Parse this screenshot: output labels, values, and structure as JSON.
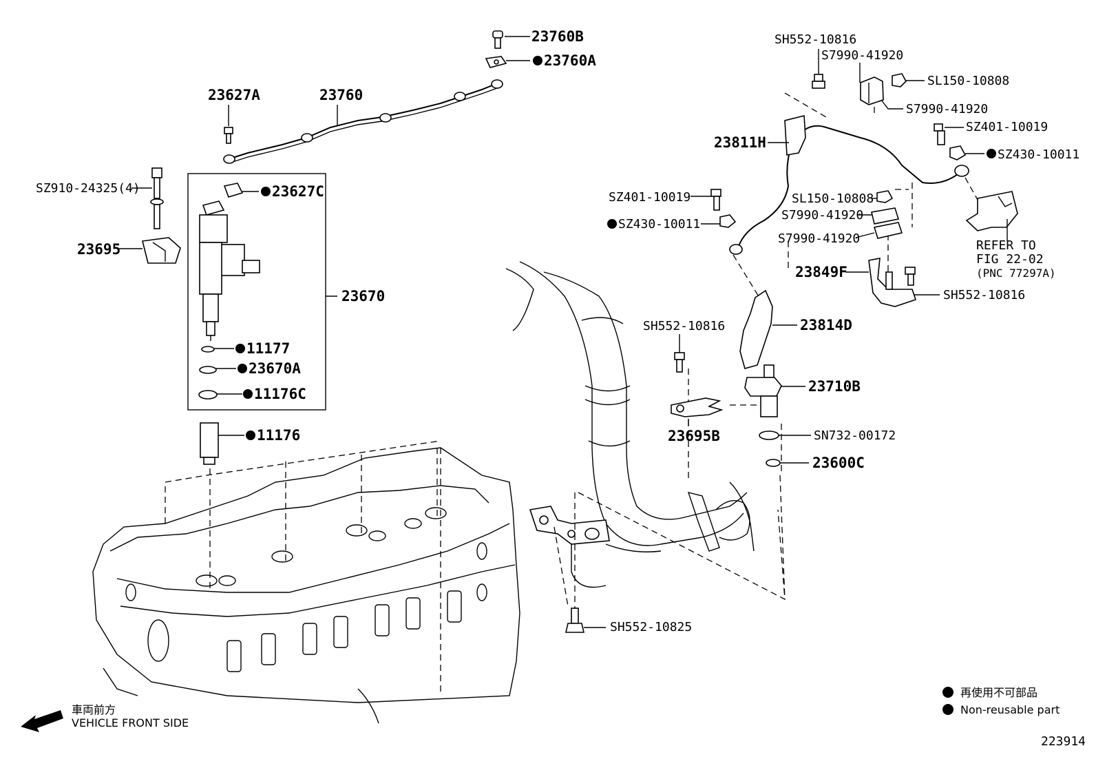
{
  "callouts": {
    "c23760B": "23760B",
    "c23760A": "23760A",
    "c23627A": "23627A",
    "c23760": "23760",
    "cSZ910": "SZ910-24325(4)",
    "c23627C": "23627C",
    "c23695": "23695",
    "c23670": "23670",
    "c11177": "11177",
    "c23670A": "23670A",
    "c11176C": "11176C",
    "c11176": "11176",
    "cSH552a": "SH552-10816",
    "cS7990a": "S7990-41920",
    "cSL150a": "SL150-10808",
    "cS7990b": "S7990-41920",
    "c23811H": "23811H",
    "cSZ401a": "SZ401-10019",
    "cSZ430a": "SZ430-10011",
    "cSZ401b": "SZ401-10019",
    "cSL150b": "SL150-10808",
    "cS7990c": "S7990-41920",
    "cSZ430b": "SZ430-10011",
    "cS7990d": "S7990-41920",
    "c23849F": "23849F",
    "cSH552b": "SH552-10816",
    "c23814D": "23814D",
    "cSH552c": "SH552-10816",
    "c23710B": "23710B",
    "c23695B": "23695B",
    "cSN732": "SN732-00172",
    "c23600C": "23600C",
    "cSH552d": "SH552-10825"
  },
  "refer": {
    "line1": "REFER TO",
    "line2": "FIG 22-02",
    "line3": "(PNC 77297A)"
  },
  "direction": {
    "jp": "車両前方",
    "en": "VEHICLE FRONT SIDE"
  },
  "legend": {
    "jp": "再使用不可部品",
    "en": "Non-reusable part"
  },
  "diagram_id": "223914"
}
